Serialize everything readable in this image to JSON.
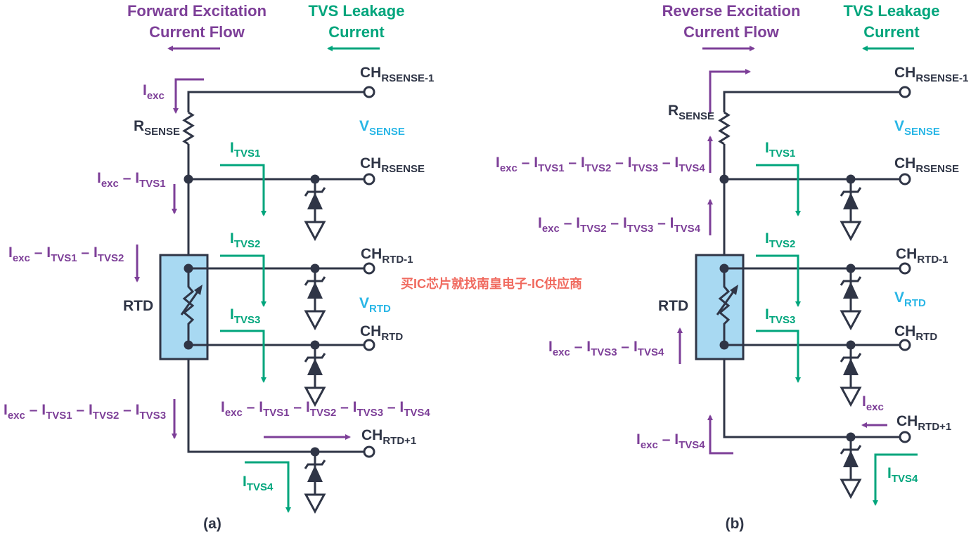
{
  "colors": {
    "wire": "#2f3546",
    "excitation": "#7d3f98",
    "leakage": "#00a57c",
    "voltage": "#29b6e6",
    "rtd_fill": "#a8d9f2"
  },
  "watermark": "买IC芯片就找南皇电子-IC供应商",
  "panel_a": {
    "caption": "(a)",
    "title_excitation": [
      "Forward Excitation",
      "Current Flow"
    ],
    "title_leakage": [
      "TVS Leakage",
      "Current"
    ],
    "labels": {
      "ch_rsense_1": [
        [
          "CH",
          "RSENSE-1"
        ]
      ],
      "v_sense": [
        [
          "V",
          "SENSE"
        ]
      ],
      "ch_rsense": [
        [
          "CH",
          "RSENSE"
        ]
      ],
      "ch_rtd_1": [
        [
          "CH",
          "RTD-1"
        ]
      ],
      "v_rtd": [
        [
          "V",
          "RTD"
        ]
      ],
      "ch_rtd": [
        [
          "CH",
          "RTD"
        ]
      ],
      "ch_rtd_p1": [
        [
          "CH",
          "RTD+1"
        ]
      ],
      "rtd": [
        [
          "RTD",
          ""
        ]
      ],
      "r_sense": [
        [
          "R",
          "SENSE"
        ]
      ],
      "i_exc": [
        [
          "I",
          "exc"
        ]
      ],
      "i_tvs1": [
        [
          "I",
          "TVS1"
        ]
      ],
      "i_tvs2": [
        [
          "I",
          "TVS2"
        ]
      ],
      "i_tvs3": [
        [
          "I",
          "TVS3"
        ]
      ],
      "i_tvs4": [
        [
          "I",
          "TVS4"
        ]
      ],
      "i_exc_m1": [
        [
          "I",
          "exc"
        ],
        [
          "I",
          "TVS1"
        ]
      ],
      "i_exc_m12": [
        [
          "I",
          "exc"
        ],
        [
          "I",
          "TVS1"
        ],
        [
          "I",
          "TVS2"
        ]
      ],
      "i_exc_m123": [
        [
          "I",
          "exc"
        ],
        [
          "I",
          "TVS1"
        ],
        [
          "I",
          "TVS2"
        ],
        [
          "I",
          "TVS3"
        ]
      ],
      "i_exc_m1234": [
        [
          "I",
          "exc"
        ],
        [
          "I",
          "TVS1"
        ],
        [
          "I",
          "TVS2"
        ],
        [
          "I",
          "TVS3"
        ],
        [
          "I",
          "TVS4"
        ]
      ]
    }
  },
  "panel_b": {
    "caption": "(b)",
    "title_excitation": [
      "Reverse Excitation",
      "Current Flow"
    ],
    "title_leakage": [
      "TVS Leakage",
      "Current"
    ],
    "labels": {
      "ch_rsense_1": [
        [
          "CH",
          "RSENSE-1"
        ]
      ],
      "v_sense": [
        [
          "V",
          "SENSE"
        ]
      ],
      "ch_rsense": [
        [
          "CH",
          "RSENSE"
        ]
      ],
      "ch_rtd_1": [
        [
          "CH",
          "RTD-1"
        ]
      ],
      "v_rtd": [
        [
          "V",
          "RTD"
        ]
      ],
      "ch_rtd": [
        [
          "CH",
          "RTD"
        ]
      ],
      "ch_rtd_p1": [
        [
          "CH",
          "RTD+1"
        ]
      ],
      "rtd": [
        [
          "RTD",
          ""
        ]
      ],
      "r_sense": [
        [
          "R",
          "SENSE"
        ]
      ],
      "i_exc": [
        [
          "I",
          "exc"
        ]
      ],
      "i_tvs1": [
        [
          "I",
          "TVS1"
        ]
      ],
      "i_tvs2": [
        [
          "I",
          "TVS2"
        ]
      ],
      "i_tvs3": [
        [
          "I",
          "TVS3"
        ]
      ],
      "i_tvs4": [
        [
          "I",
          "TVS4"
        ]
      ],
      "i_exc_m1234": [
        [
          "I",
          "exc"
        ],
        [
          "I",
          "TVS1"
        ],
        [
          "I",
          "TVS2"
        ],
        [
          "I",
          "TVS3"
        ],
        [
          "I",
          "TVS4"
        ]
      ],
      "i_exc_m234": [
        [
          "I",
          "exc"
        ],
        [
          "I",
          "TVS2"
        ],
        [
          "I",
          "TVS3"
        ],
        [
          "I",
          "TVS4"
        ]
      ],
      "i_exc_m34": [
        [
          "I",
          "exc"
        ],
        [
          "I",
          "TVS3"
        ],
        [
          "I",
          "TVS4"
        ]
      ],
      "i_exc_m4": [
        [
          "I",
          "exc"
        ],
        [
          "I",
          "TVS4"
        ]
      ]
    }
  }
}
